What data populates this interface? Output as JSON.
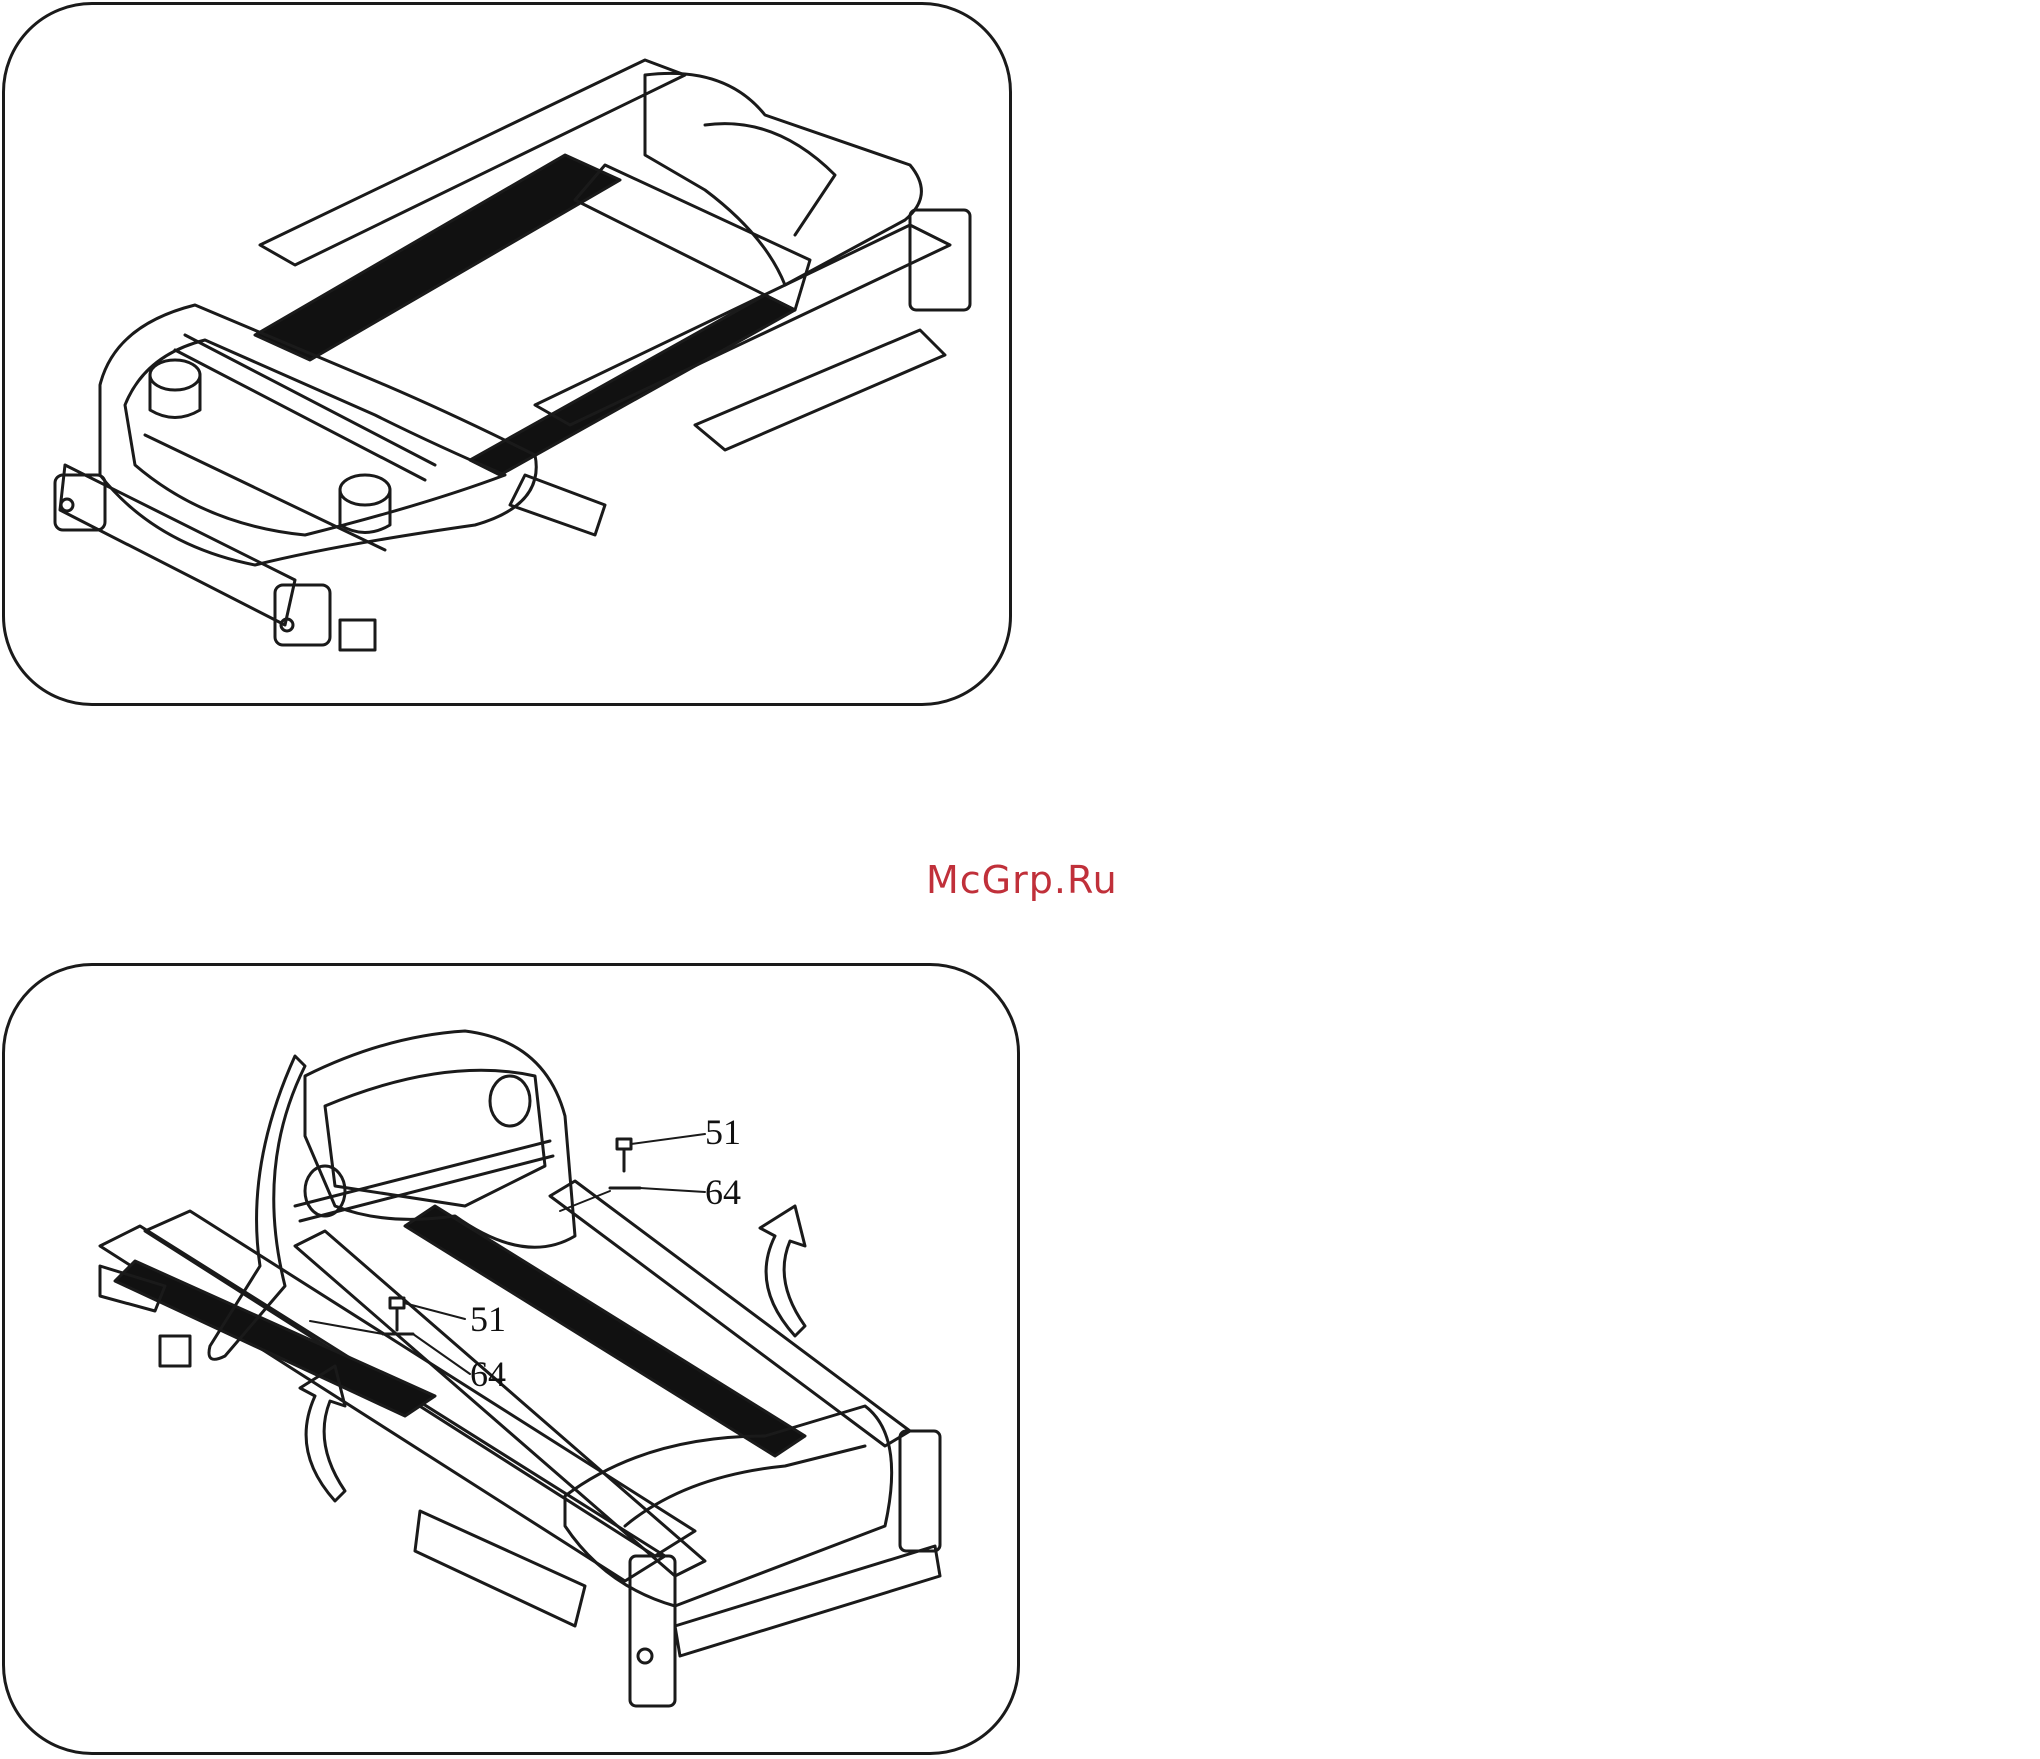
{
  "watermark": {
    "text": "McGrp.Ru",
    "color": "#c0303a"
  },
  "colors": {
    "line": "#1a1a1a",
    "belt": "#111111",
    "background": "#ffffff"
  },
  "figures": [
    {
      "id": "step-before-folding",
      "icon": "treadmill-flat-underside-icon"
    },
    {
      "id": "step-fold-upright",
      "icon": "treadmill-folding-icon",
      "callouts": [
        {
          "part": "51",
          "label": "51"
        },
        {
          "part": "64",
          "label": "64"
        },
        {
          "part": "51",
          "label": "51"
        },
        {
          "part": "64",
          "label": "64"
        }
      ],
      "arrows": [
        "lift-arrow-icon",
        "lift-arrow-icon"
      ]
    }
  ]
}
